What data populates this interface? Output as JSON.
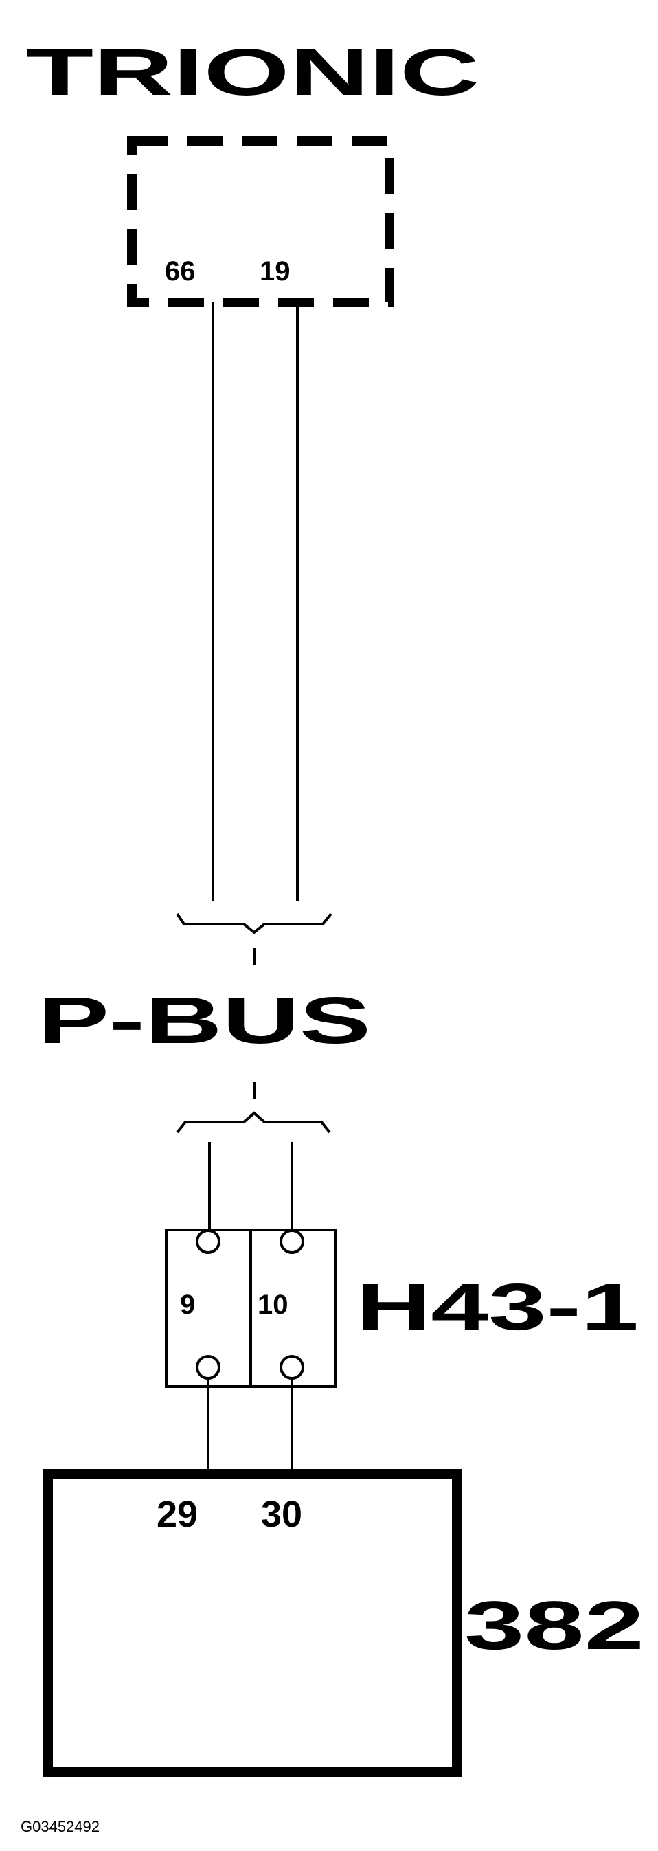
{
  "diagram": {
    "ecu": {
      "label": "TRIONIC",
      "pins": [
        "66",
        "19"
      ]
    },
    "bus": {
      "label": "P-BUS"
    },
    "connector": {
      "label": "H43-1",
      "pins": [
        "9",
        "10"
      ]
    },
    "module": {
      "label": "382",
      "pins": [
        "29",
        "30"
      ]
    },
    "figure_id": "G03452492"
  }
}
